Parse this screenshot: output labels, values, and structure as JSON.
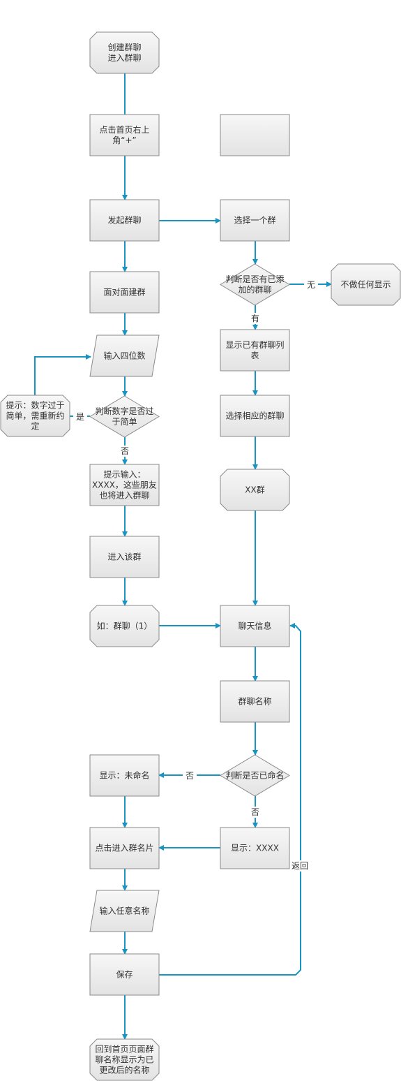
{
  "diagram": {
    "nodes": {
      "create_group": [
        "创建群聊",
        "进入群聊"
      ],
      "tap_plus": [
        "点击首页右上",
        "角“+”"
      ],
      "blank_box": [],
      "start_group_chat": [
        "发起群聊"
      ],
      "face_to_face": [
        "面对面建群"
      ],
      "enter_four_digits": [
        "输入四位数"
      ],
      "tip_too_simple": [
        "提示：数字过于",
        "简单，需重新约",
        "定"
      ],
      "judge_too_simple": [
        "判断数字是否过",
        "于简单"
      ],
      "prompt_input": [
        "提示输入：",
        "XXXX，这些朋友",
        "也将进入群聊"
      ],
      "enter_group": [
        "进入该群"
      ],
      "example_group": [
        "如：群聊（1）"
      ],
      "select_a_group": [
        "选择一个群"
      ],
      "judge_has_group": [
        "判断是否有已添",
        "加的群聊"
      ],
      "show_nothing": [
        "不做任何显示"
      ],
      "show_group_list": [
        "显示已有群聊列",
        "表"
      ],
      "select_matching_group": [
        "选择相应的群聊"
      ],
      "xx_group": [
        "XX群"
      ],
      "chat_info": [
        "聊天信息"
      ],
      "group_name": [
        "群聊名称"
      ],
      "judge_named": [
        "判断是否已命名"
      ],
      "show_unnamed": [
        "显示：未命名"
      ],
      "show_xxxx": [
        "显示：XXXX"
      ],
      "tap_group_card": [
        "点击进入群名片"
      ],
      "enter_any_name": [
        "输入任意名称"
      ],
      "save": [
        "保存"
      ],
      "return_home": [
        "回到首页页面群",
        "聊名称显示为已",
        "更改后的名称"
      ]
    },
    "edge_labels": {
      "none": "无",
      "yes_has": "有",
      "yes": "是",
      "no_1": "否",
      "no_2": "否",
      "no_3": "否",
      "return": "返回"
    },
    "colors": {
      "arrow": "#1993c2",
      "node_fill_top": "#f7f7f7",
      "node_fill_bottom": "#e3e3e3",
      "node_border": "#8a8a8a"
    }
  }
}
